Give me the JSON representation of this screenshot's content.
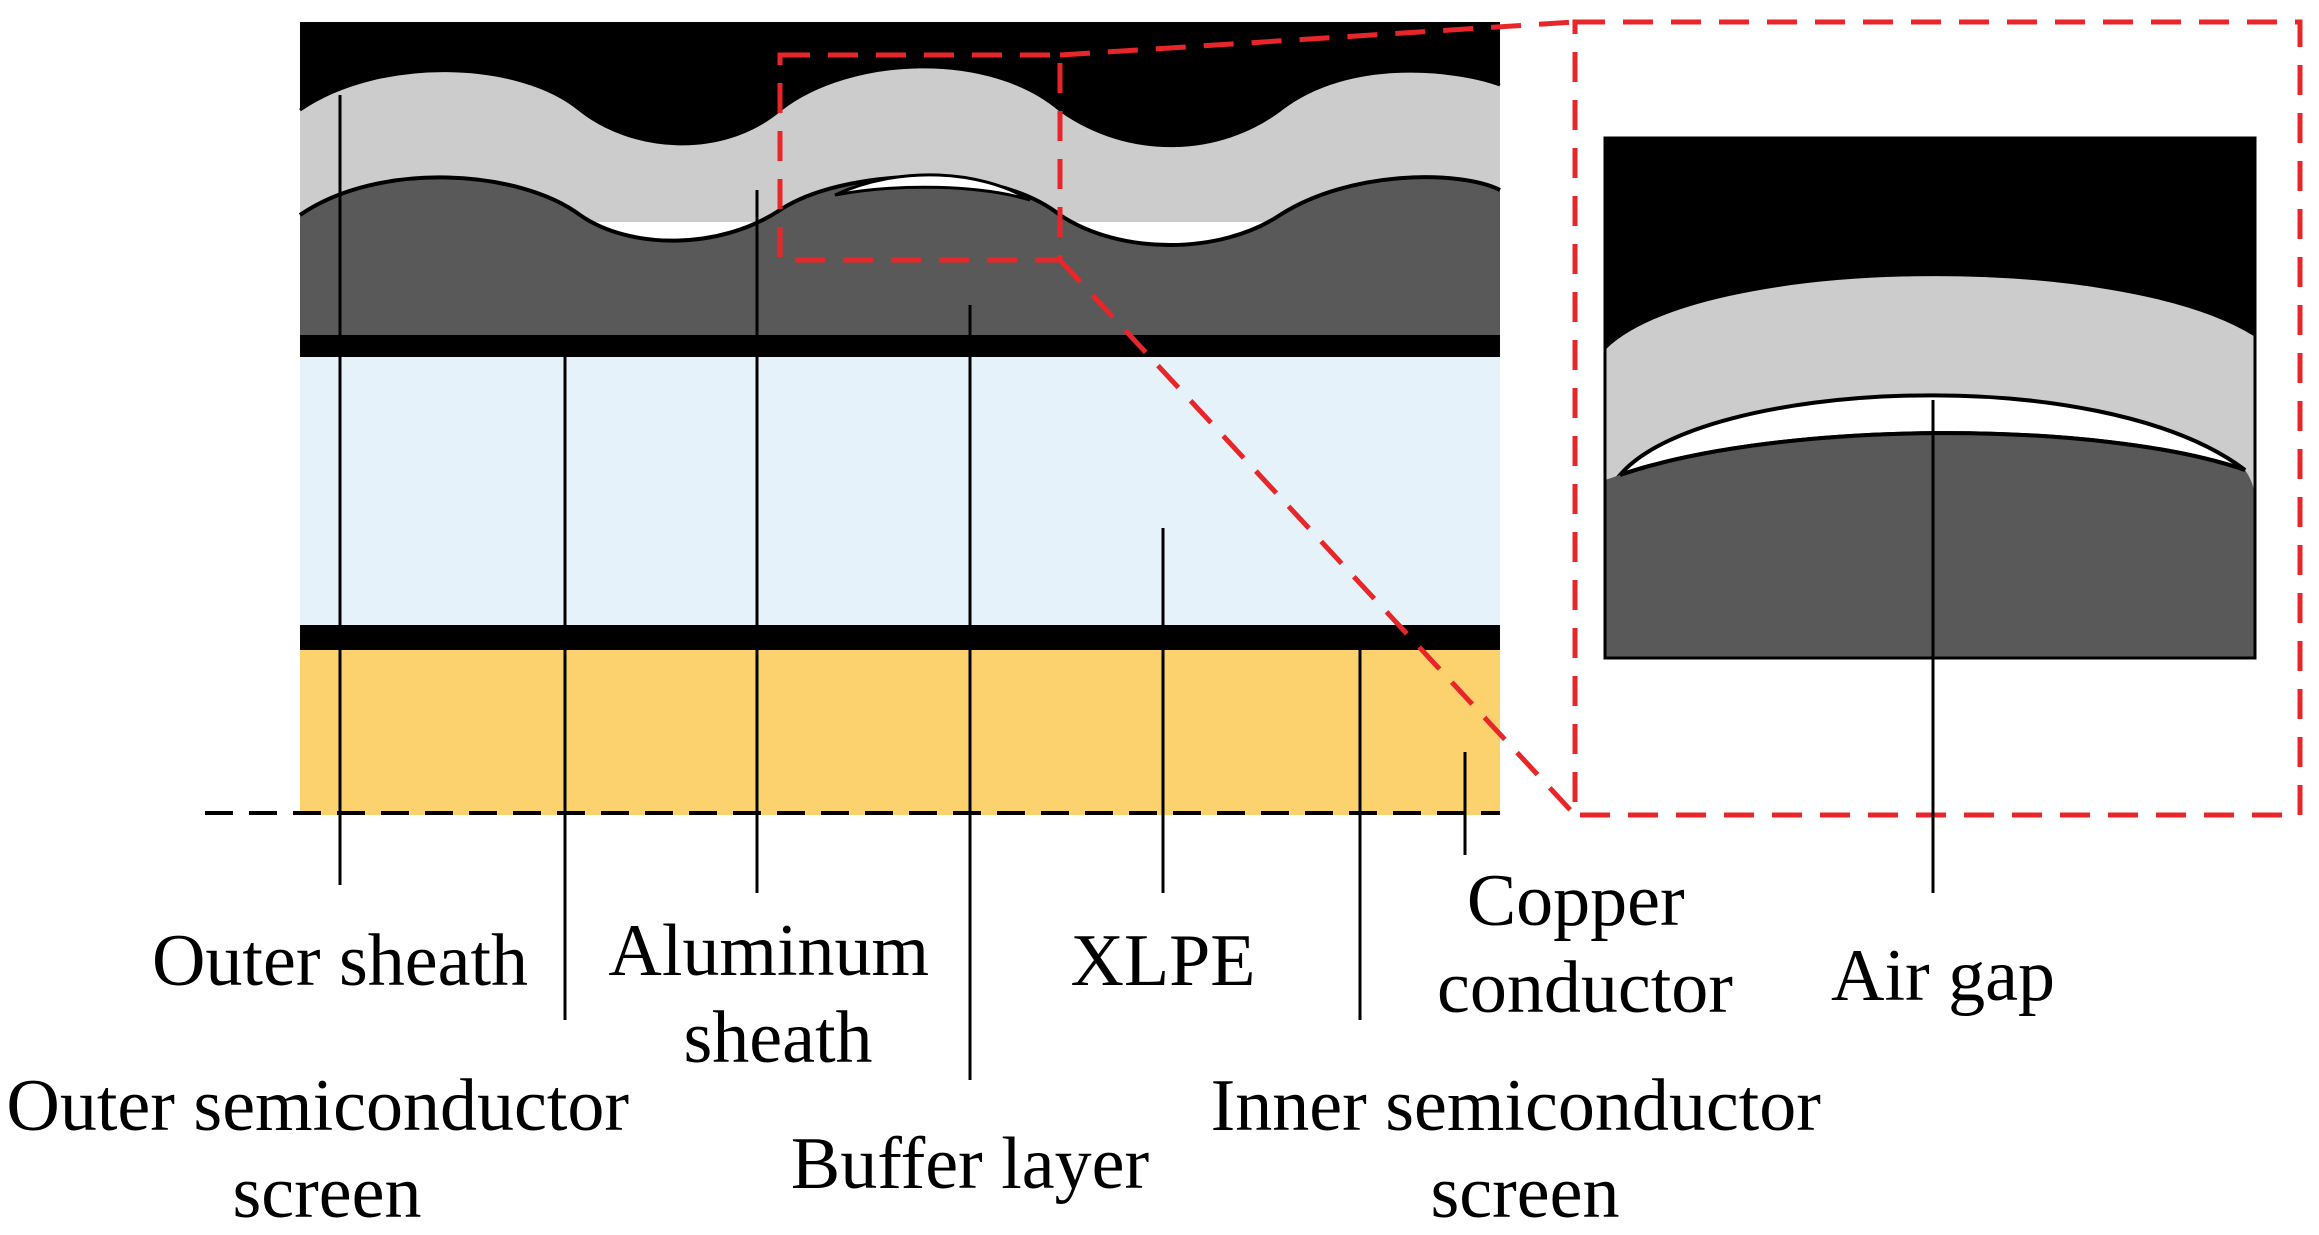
{
  "labels": {
    "outer_sheath": "Outer sheath",
    "outer_semiconductor_screen": [
      "Outer semiconductor",
      "screen"
    ],
    "aluminum_sheath": [
      "Aluminum",
      "sheath"
    ],
    "buffer_layer": "Buffer layer",
    "xlpe": "XLPE",
    "copper_conductor": [
      "Copper",
      "conductor"
    ],
    "inner_semiconductor_screen": [
      "Inner semiconductor",
      "screen"
    ],
    "air_gap": "Air gap"
  },
  "colors": {
    "outer_sheath": "#000000",
    "aluminum_sheath": "#cccccc",
    "buffer_layer": "#595959",
    "xlpe": "#e6f2f9",
    "copper_conductor": "#fcd26f",
    "semiconductor_screen": "#000000",
    "air_gap": "#ffffff",
    "zoom_frame": "#e8262a"
  }
}
